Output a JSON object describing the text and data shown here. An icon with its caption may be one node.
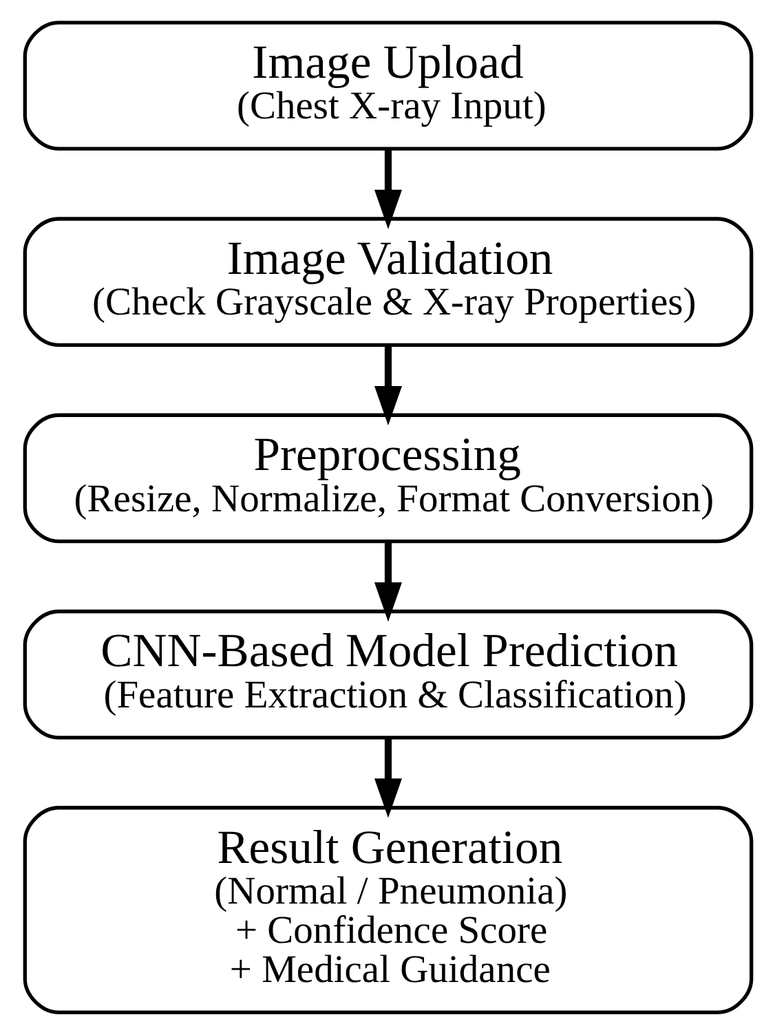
{
  "diagram": {
    "nodes": [
      {
        "text": [
          "Image Upload",
          "(Chest X-ray Input)"
        ]
      },
      {
        "text": [
          "Image Validation",
          "(Check Grayscale & X-ray Properties)"
        ]
      },
      {
        "text": [
          "Preprocessing",
          "(Resize, Normalize, Format Conversion)"
        ]
      },
      {
        "text": [
          "CNN-Based Model Prediction",
          "(Feature Extraction & Classification)"
        ]
      },
      {
        "text": [
          "Result Generation",
          "(Normal / Pneumonia)",
          "+ Confidence Score",
          "+ Medical Guidance"
        ]
      }
    ],
    "edges": [
      {
        "from": 0,
        "to": 1,
        "arrow": "to"
      },
      {
        "from": 1,
        "to": 2,
        "arrow": "to"
      },
      {
        "from": 2,
        "to": 3,
        "arrow": "to"
      },
      {
        "from": 3,
        "to": 4,
        "arrow": "to"
      }
    ]
  }
}
